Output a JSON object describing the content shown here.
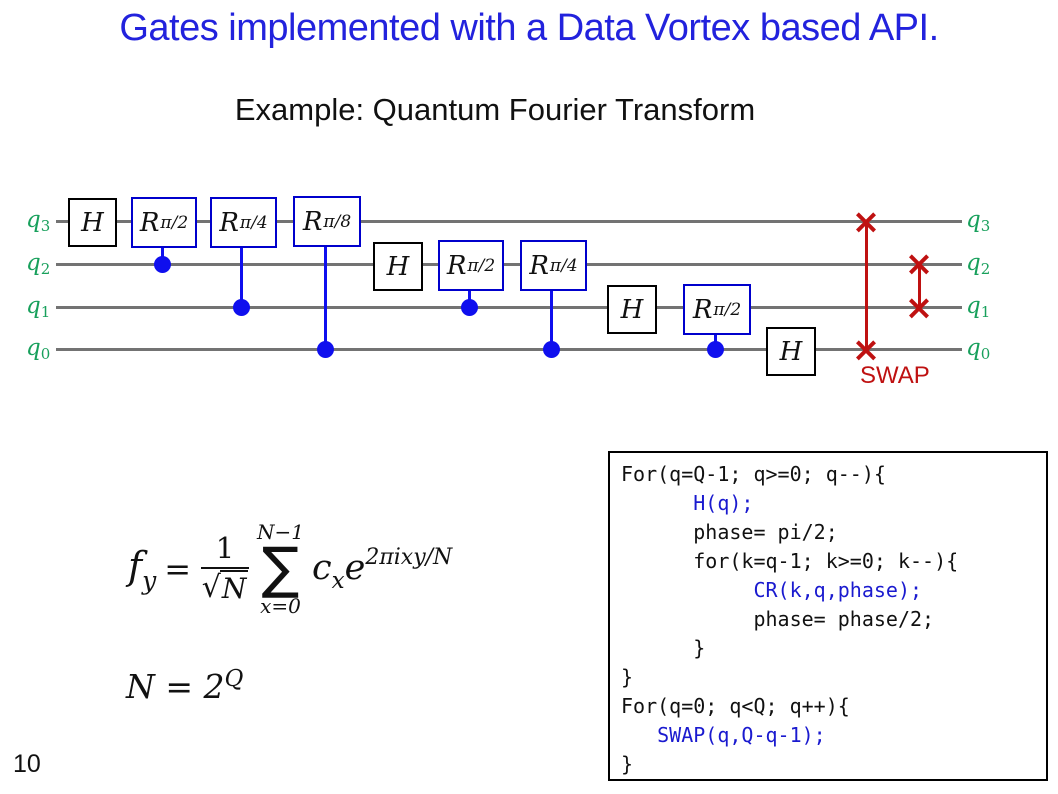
{
  "title": "Gates implemented with a Data Vortex based API.",
  "subtitle": "Example: Quantum Fourier Transform",
  "page_number": "10",
  "colors": {
    "title_blue": "#2222DD",
    "gate_border_blue": "#0000CC",
    "control_dot_blue": "#0F0FEE",
    "qubit_label_green": "#18A05C",
    "wire_gray": "#737373",
    "swap_red": "#BF1111",
    "code_accent_blue": "#1A1ACF"
  },
  "circuit": {
    "left_labels": [
      {
        "base": "q",
        "sub": "3"
      },
      {
        "base": "q",
        "sub": "2"
      },
      {
        "base": "q",
        "sub": "1"
      },
      {
        "base": "q",
        "sub": "0"
      }
    ],
    "right_labels": [
      {
        "base": "q",
        "sub": "3"
      },
      {
        "base": "q",
        "sub": "2"
      },
      {
        "base": "q",
        "sub": "1"
      },
      {
        "base": "q",
        "sub": "0"
      }
    ],
    "gate_h": "H",
    "gate_r2": {
      "base": "R",
      "sub": "π/2"
    },
    "gate_r4": {
      "base": "R",
      "sub": "π/4"
    },
    "gate_r8": {
      "base": "R",
      "sub": "π/8"
    },
    "swap_label": "SWAP",
    "cross_glyph": "×"
  },
  "formula": {
    "f_base": "f",
    "f_sub": "y",
    "equals": "=",
    "numerator": "1",
    "radical": "√",
    "radicand": "N",
    "sum_upper": "N−1",
    "sigma": "∑",
    "sum_lower": "x=0",
    "coeff_base": "c",
    "coeff_sub": "x",
    "euler": "e",
    "exponent": "2πixy/N",
    "n_line_base": "N = 2",
    "n_line_sup": "Q"
  },
  "code": {
    "lines": [
      {
        "text": "For(q=Q-1; q>=0; q--){",
        "accent": false
      },
      {
        "text": "      H(q);",
        "accent": true
      },
      {
        "text": "      phase= pi/2;",
        "accent": false
      },
      {
        "text": "      for(k=q-1; k>=0; k--){",
        "accent": false
      },
      {
        "text": "           CR(k,q,phase);",
        "accent": true
      },
      {
        "text": "           phase= phase/2;",
        "accent": false
      },
      {
        "text": "      }",
        "accent": false
      },
      {
        "text": "}",
        "accent": false
      },
      {
        "text": "For(q=0; q<Q; q++){",
        "accent": false
      },
      {
        "text": "   SWAP(q,Q-q-1);",
        "accent": true
      },
      {
        "text": "}",
        "accent": false
      }
    ]
  }
}
